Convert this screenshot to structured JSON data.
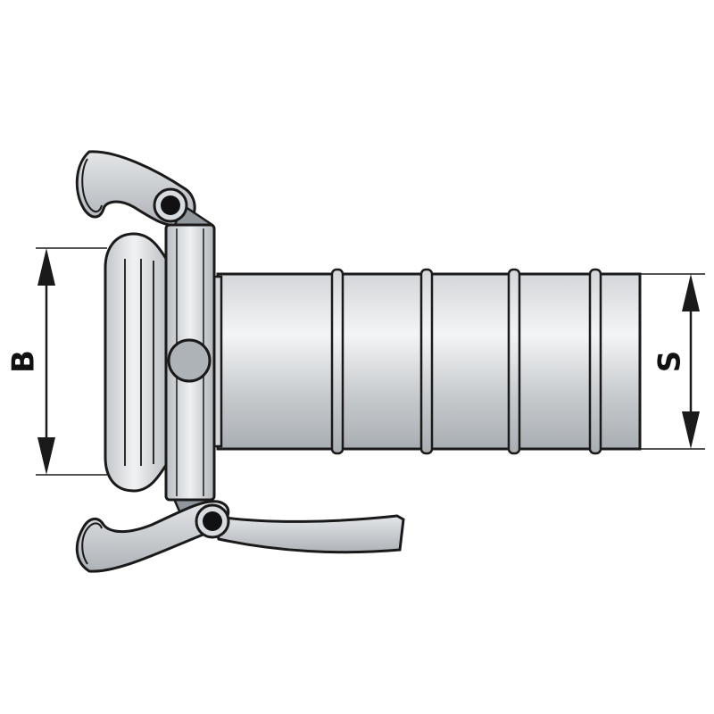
{
  "diagram": {
    "dimensions": [
      {
        "id": "B",
        "label": "B"
      },
      {
        "id": "S",
        "label": "S"
      }
    ],
    "colors": {
      "outline": "#1a1a1a",
      "metal_light": "#e9ebed",
      "metal_mid": "#c9cdd1",
      "metal_dark": "#9ea4aa",
      "pin": "#111111",
      "background": "#ffffff"
    }
  }
}
